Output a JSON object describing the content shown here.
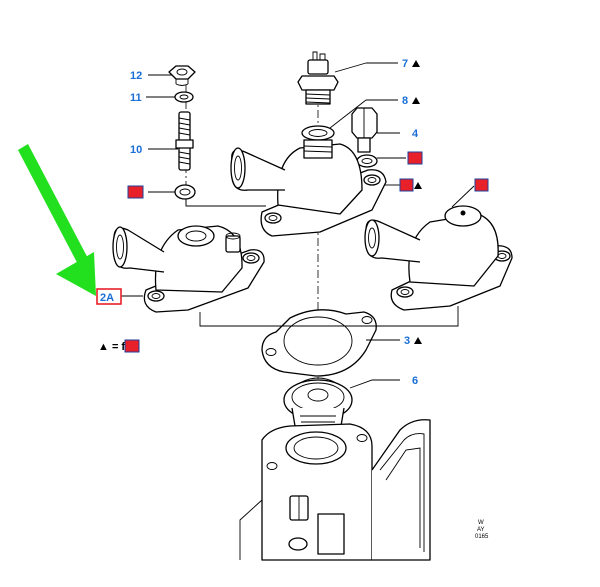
{
  "diagram": {
    "callouts": [
      {
        "id": "c12",
        "label": "12"
      },
      {
        "id": "c11",
        "label": "11"
      },
      {
        "id": "c10",
        "label": "10"
      },
      {
        "id": "c7",
        "label": "7"
      },
      {
        "id": "c8",
        "label": "8"
      },
      {
        "id": "c4",
        "label": "4"
      },
      {
        "id": "c3",
        "label": "3"
      },
      {
        "id": "c6",
        "label": "6"
      }
    ],
    "highlight_label": "2A",
    "legend": {
      "prefix": "▲ = f"
    },
    "corner_code": [
      "W",
      "AY",
      "0165"
    ],
    "colors": {
      "callout_blue": "#1a6fd6",
      "marker_red": "#e8202a",
      "arrow_green": "#22e01e"
    }
  }
}
